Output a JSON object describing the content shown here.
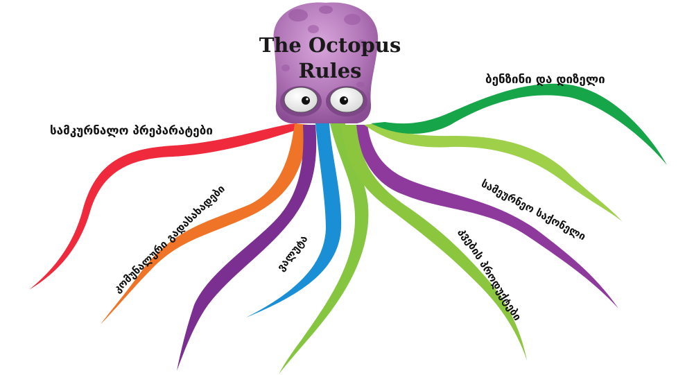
{
  "title_line1": "The Octopus",
  "title_line2": "Rules",
  "branches": {
    "red": {
      "label": "სამკურნალო პრეპარატები",
      "color": "#ee2a3c"
    },
    "orange": {
      "label": "კომუნალური გადასახადები",
      "color": "#f07427"
    },
    "purple_left": {
      "label": "",
      "color": "#7b2f91"
    },
    "blue": {
      "label": "ვალუტა",
      "color": "#1a8fd6"
    },
    "green_center": {
      "label": "",
      "color": "#86c540"
    },
    "purple_right": {
      "label": "სამეურნეო საქონელი",
      "color": "#8e3a9d"
    },
    "lime": {
      "label": "კვების პროდუქტები",
      "color": "#8cc63f"
    },
    "green_right": {
      "label": "ბენზინი და დიზელი",
      "color": "#17a54a"
    }
  },
  "colors": {
    "head": "#b278b8",
    "head_dark": "#8e4f98"
  }
}
